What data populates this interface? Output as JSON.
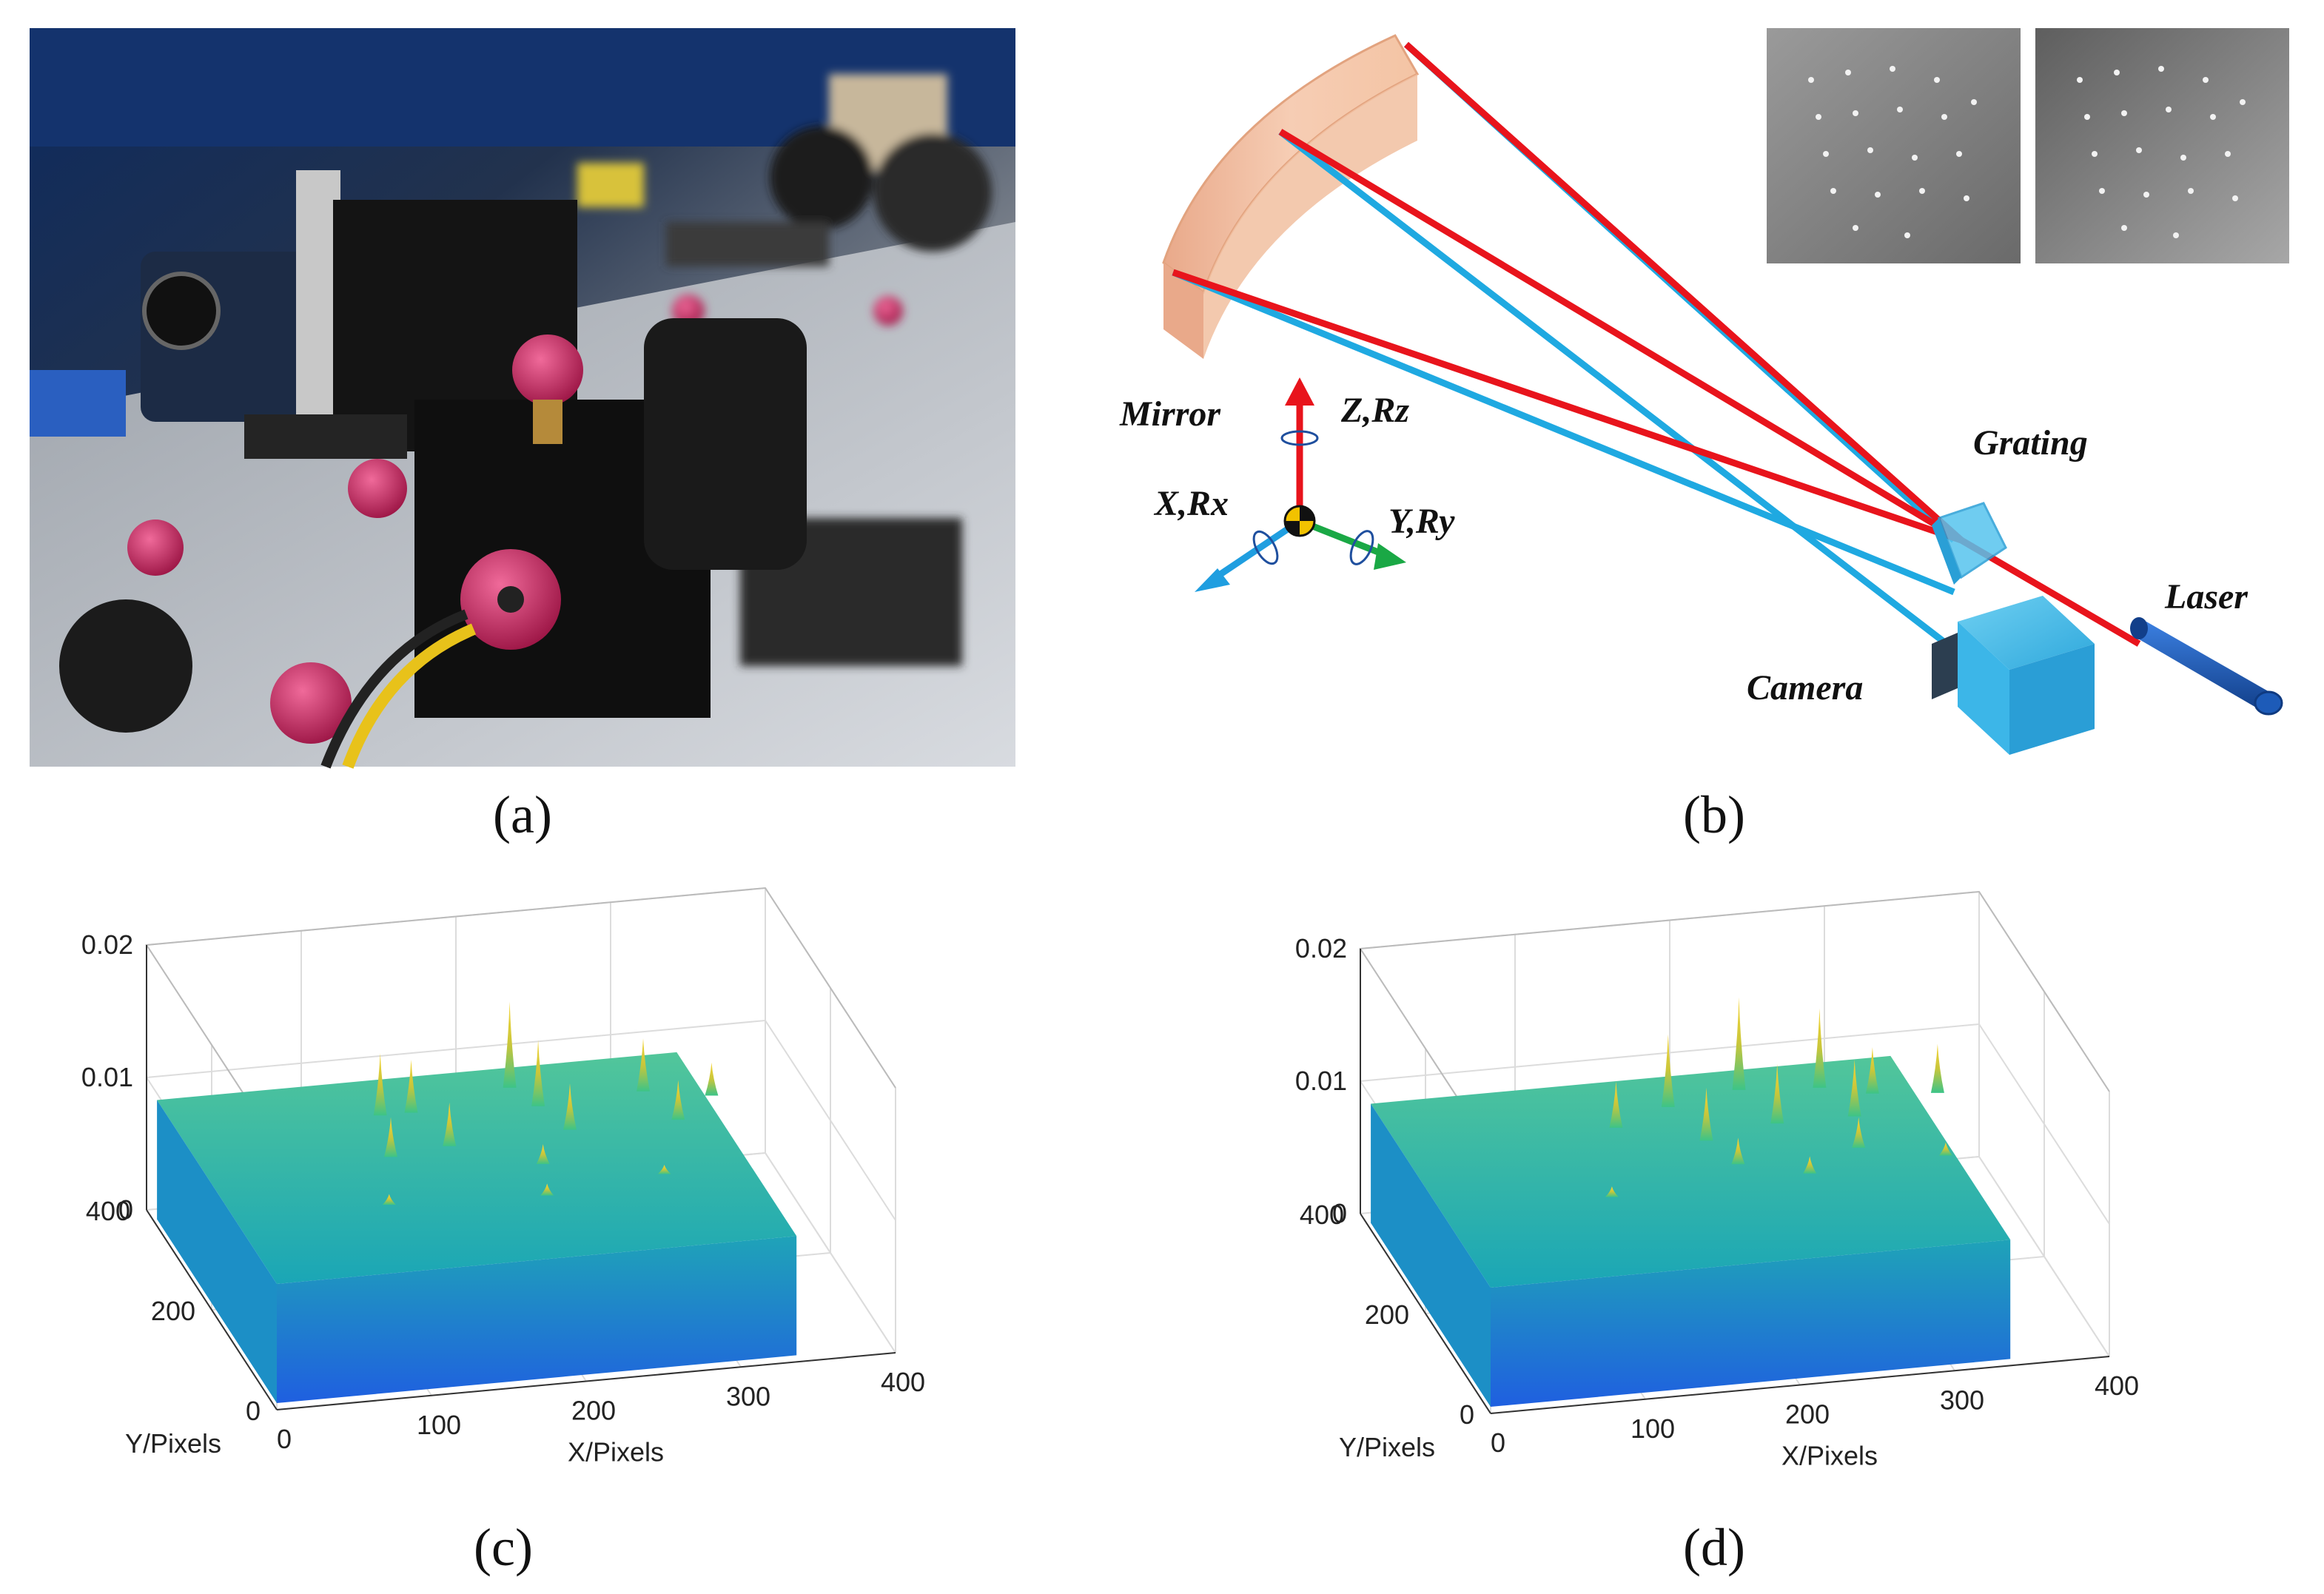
{
  "captions": {
    "a": "(a)",
    "b": "(b)",
    "c": "(c)",
    "d": "(d)"
  },
  "diagram": {
    "mirror_label": "Mirror",
    "grating_label": "Grating",
    "laser_label": "Laser",
    "camera_label": "Camera",
    "axis_z_label": "Z,Rz",
    "axis_x_label": "X,Rx",
    "axis_y_label": "Y,Ry",
    "colors": {
      "laser_beam": "#e8141c",
      "reflected_beam": "#1fa9e1",
      "mirror": "#f4c4a4",
      "camera": "#3cb6e8",
      "laser": "#1d5bb8",
      "axis_z": "#e8141c",
      "axis_x": "#1f9ee0",
      "axis_y": "#1aa845"
    }
  },
  "chart_data": [
    {
      "type": "surface",
      "panel": "c",
      "xlabel": "X/Pixels",
      "ylabel": "Y/Pixels",
      "x_ticks": [
        "0",
        "100",
        "200",
        "300",
        "400"
      ],
      "y_ticks": [
        "0",
        "200",
        "400"
      ],
      "z_ticks": [
        "0",
        "0.01",
        "0.02"
      ],
      "xlim": [
        0,
        400
      ],
      "ylim": [
        0,
        400
      ],
      "zlim": [
        0,
        0.02
      ],
      "base_level": 0.0095,
      "colormap": "parula",
      "peaks": [
        {
          "x": 120,
          "y": 220,
          "z": 0.0125
        },
        {
          "x": 130,
          "y": 300,
          "z": 0.0142
        },
        {
          "x": 150,
          "y": 300,
          "z": 0.0135
        },
        {
          "x": 160,
          "y": 230,
          "z": 0.0128
        },
        {
          "x": 220,
          "y": 330,
          "z": 0.016
        },
        {
          "x": 230,
          "y": 290,
          "z": 0.0145
        },
        {
          "x": 240,
          "y": 240,
          "z": 0.013
        },
        {
          "x": 300,
          "y": 300,
          "z": 0.0135
        },
        {
          "x": 310,
          "y": 240,
          "z": 0.0125
        },
        {
          "x": 340,
          "y": 280,
          "z": 0.012
        },
        {
          "x": 210,
          "y": 180,
          "z": 0.011
        },
        {
          "x": 200,
          "y": 120,
          "z": 0.0104
        },
        {
          "x": 100,
          "y": 130,
          "z": 0.0103
        },
        {
          "x": 280,
          "y": 140,
          "z": 0.0102
        }
      ]
    },
    {
      "type": "surface",
      "panel": "d",
      "xlabel": "X/Pixels",
      "ylabel": "Y/Pixels",
      "x_ticks": [
        "0",
        "100",
        "200",
        "300",
        "400"
      ],
      "y_ticks": [
        "0",
        "200",
        "400"
      ],
      "z_ticks": [
        "0",
        "0.01",
        "0.02"
      ],
      "xlim": [
        0,
        400
      ],
      "ylim": [
        0,
        400
      ],
      "zlim": [
        0,
        0.02
      ],
      "base_level": 0.0095,
      "colormap": "parula",
      "peaks": [
        {
          "x": 140,
          "y": 280,
          "z": 0.013
        },
        {
          "x": 180,
          "y": 310,
          "z": 0.015
        },
        {
          "x": 190,
          "y": 240,
          "z": 0.0135
        },
        {
          "x": 230,
          "y": 330,
          "z": 0.0165
        },
        {
          "x": 240,
          "y": 260,
          "z": 0.014
        },
        {
          "x": 280,
          "y": 320,
          "z": 0.0155
        },
        {
          "x": 290,
          "y": 260,
          "z": 0.0138
        },
        {
          "x": 310,
          "y": 300,
          "z": 0.013
        },
        {
          "x": 350,
          "y": 290,
          "z": 0.0132
        },
        {
          "x": 200,
          "y": 190,
          "z": 0.0115
        },
        {
          "x": 280,
          "y": 200,
          "z": 0.0118
        },
        {
          "x": 240,
          "y": 160,
          "z": 0.0108
        },
        {
          "x": 110,
          "y": 150,
          "z": 0.0103
        },
        {
          "x": 330,
          "y": 170,
          "z": 0.0105
        }
      ]
    }
  ]
}
